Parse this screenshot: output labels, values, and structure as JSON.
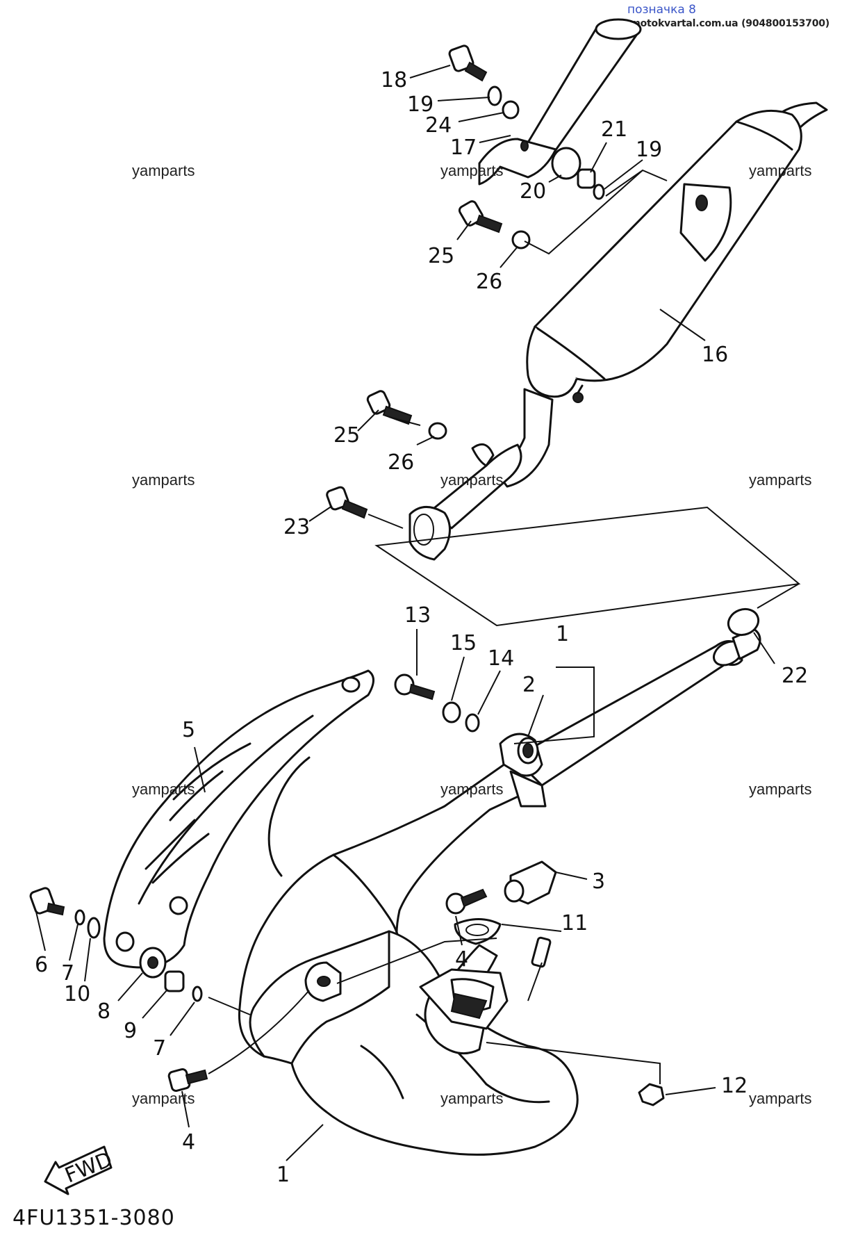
{
  "header": {
    "title": "позначка 8",
    "site": "motokvartal.com.ua (904800153700)"
  },
  "watermark": "yamparts",
  "part_number": "4FU1351-3080",
  "fwd_label": "FWD",
  "callouts": [
    {
      "id": "c18",
      "label": "18"
    },
    {
      "id": "c19a",
      "label": "19"
    },
    {
      "id": "c24",
      "label": "24"
    },
    {
      "id": "c17",
      "label": "17"
    },
    {
      "id": "c21",
      "label": "21"
    },
    {
      "id": "c19b",
      "label": "19"
    },
    {
      "id": "c20",
      "label": "20"
    },
    {
      "id": "c25a",
      "label": "25"
    },
    {
      "id": "c26a",
      "label": "26"
    },
    {
      "id": "c16",
      "label": "16"
    },
    {
      "id": "c25b",
      "label": "25"
    },
    {
      "id": "c26b",
      "label": "26"
    },
    {
      "id": "c23",
      "label": "23"
    },
    {
      "id": "c13",
      "label": "13"
    },
    {
      "id": "c15",
      "label": "15"
    },
    {
      "id": "c14",
      "label": "14"
    },
    {
      "id": "c1a",
      "label": "1"
    },
    {
      "id": "c2",
      "label": "2"
    },
    {
      "id": "c22",
      "label": "22"
    },
    {
      "id": "c5",
      "label": "5"
    },
    {
      "id": "c3",
      "label": "3"
    },
    {
      "id": "c11",
      "label": "11"
    },
    {
      "id": "c4a",
      "label": "4"
    },
    {
      "id": "c6",
      "label": "6"
    },
    {
      "id": "c7a",
      "label": "7"
    },
    {
      "id": "c10",
      "label": "10"
    },
    {
      "id": "c8",
      "label": "8"
    },
    {
      "id": "c9",
      "label": "9"
    },
    {
      "id": "c7b",
      "label": "7"
    },
    {
      "id": "c12",
      "label": "12"
    },
    {
      "id": "c4b",
      "label": "4"
    },
    {
      "id": "c1b",
      "label": "1"
    }
  ]
}
